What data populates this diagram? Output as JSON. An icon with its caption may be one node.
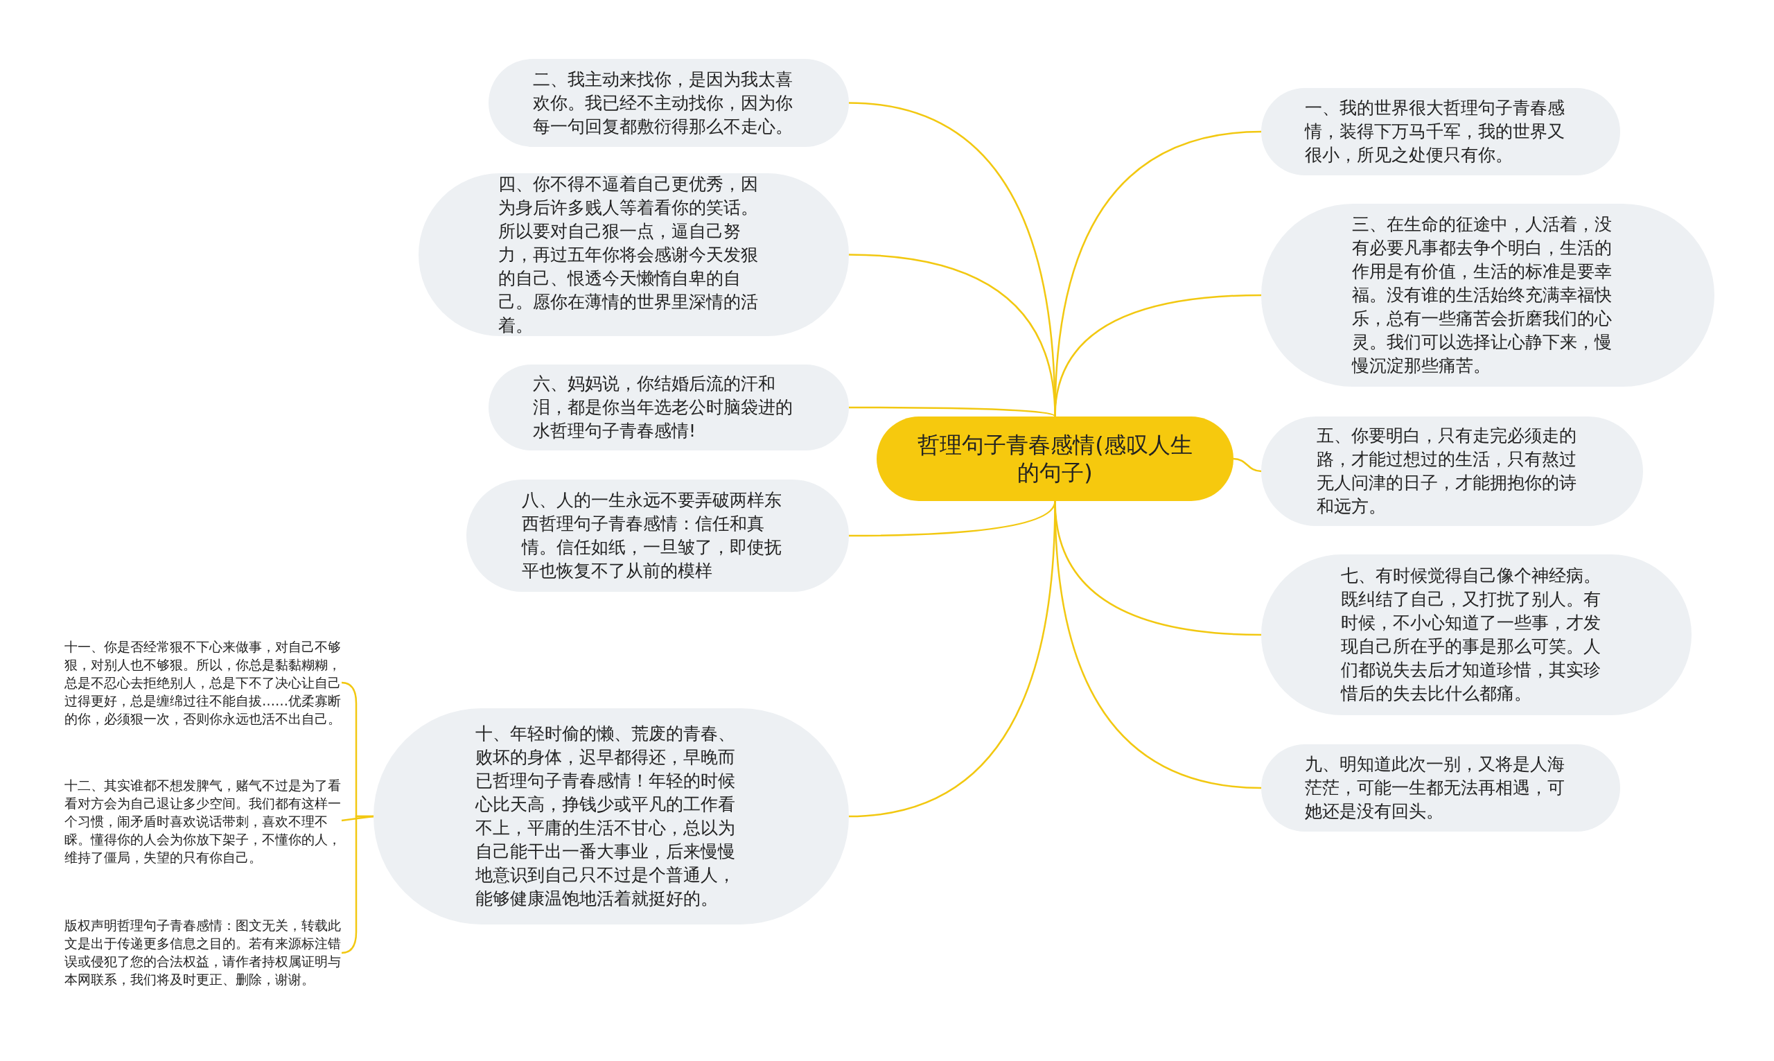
{
  "diagram": {
    "nodes": [
      {
        "text": [
          "哲理句子青春感情(感叹人生的句子)"
        ]
      },
      {
        "text": [
          "二、我主动来找你，是因为我太喜欢你。我已经不主动找你，因为你每一句回复都敷衍得那么不走心。"
        ]
      },
      {
        "text": [
          "四、你不得不逼着自己更优秀，因为身后许多贱人等着看你的笑话。所以要对自己狠一点，逼自己努力，再过五年你将会感谢今天发狠的自己、恨透今天懒惰自卑的自己。愿你在薄情的世界里深情的活着。"
        ]
      },
      {
        "text": [
          "六、妈妈说，你结婚后流的汗和泪，都是你当年选老公时脑袋进的水哲理句子青春感情!"
        ]
      },
      {
        "text": [
          "八、人的一生永远不要弄破两样东西哲理句子青春感情：信任和真情。信任如纸，一旦皱了，即使抚平也恢复不了从前的模样"
        ]
      },
      {
        "text": [
          "十、年轻时偷的懒、荒废的青春、败坏的身体，迟早都得还，早晚而已哲理句子青春感情！年轻的时候心比天高，挣钱少或平凡的工作看不上，平庸的生活不甘心，总以为自己能干出一番大事业，后来慢慢地意识到自己只不过是个普通人，能够健康温饱地活着就挺好的。"
        ]
      },
      {
        "text": [
          "十一、你是否经常狠不下心来做事，对自己不够狠，对别人也不够狠。所以，你总是黏黏糊糊，总是不忍心去拒绝别人，总是下不了决心让自己过得更好，总是缠绵过往不能自拔……优柔寡断的你，必须狠一次，否则你永远也活不出自己。"
        ]
      },
      {
        "text": [
          "十二、其实谁都不想发脾气，赌气不过是为了看看对方会为自己退让多少空间。我们都有这样一个习惯，闹矛盾时喜欢说话带刺，喜欢不理不睬。懂得你的人会为你放下架子，不懂你的人，维持了僵局，失望的只有你自己。"
        ]
      },
      {
        "text": [
          "版权声明哲理句子青春感情：图文无关，转载此文是出于传递更多信息之目的。若有来源标注错误或侵犯了您的合法权益，请作者持权属证明与本网联系，我们将及时更正、删除，谢谢。"
        ]
      },
      {
        "text": [
          "一、我的世界很大哲理句子青春感情，装得下万马千军，我的世界又很小，所见之处便只有你。"
        ]
      },
      {
        "text": [
          "三、在生命的征途中，人活着，没有必要凡事都去争个明白，生活的作用是有价值，生活的标准是要幸福。没有谁的生活始终充满幸福快乐，总有一些痛苦会折磨我们的心灵。我们可以选择让心静下来，慢慢沉淀那些痛苦。"
        ]
      },
      {
        "text": [
          "五、你要明白，只有走完必须走的路，才能过想过的生活，只有熬过无人问津的日子，才能拥抱你的诗和远方。"
        ]
      },
      {
        "text": [
          "七、有时候觉得自己像个神经病。既纠结了自己，又打扰了别人。有时候，不小心知道了一些事，才发现自己所在乎的事是那么可笑。人们都说失去后才知道珍惜，其实珍惜后的失去比什么都痛。"
        ]
      },
      {
        "text": [
          "九、明知道此次一别，又将是人海茫茫，可能一生都无法再相遇，可她还是没有回头。"
        ]
      }
    ],
    "edges": [
      {
        "from": 0,
        "to": 1,
        "arrow": "none"
      },
      {
        "from": 0,
        "to": 2,
        "arrow": "none"
      },
      {
        "from": 0,
        "to": 3,
        "arrow": "none"
      },
      {
        "from": 0,
        "to": 4,
        "arrow": "none"
      },
      {
        "from": 0,
        "to": 5,
        "arrow": "none"
      },
      {
        "from": 5,
        "to": 6,
        "arrow": "none"
      },
      {
        "from": 5,
        "to": 7,
        "arrow": "none"
      },
      {
        "from": 5,
        "to": 8,
        "arrow": "none"
      },
      {
        "from": 0,
        "to": 9,
        "arrow": "none"
      },
      {
        "from": 0,
        "to": 10,
        "arrow": "none"
      },
      {
        "from": 0,
        "to": 11,
        "arrow": "none"
      },
      {
        "from": 0,
        "to": 12,
        "arrow": "none"
      },
      {
        "from": 0,
        "to": 13,
        "arrow": "none"
      }
    ]
  }
}
